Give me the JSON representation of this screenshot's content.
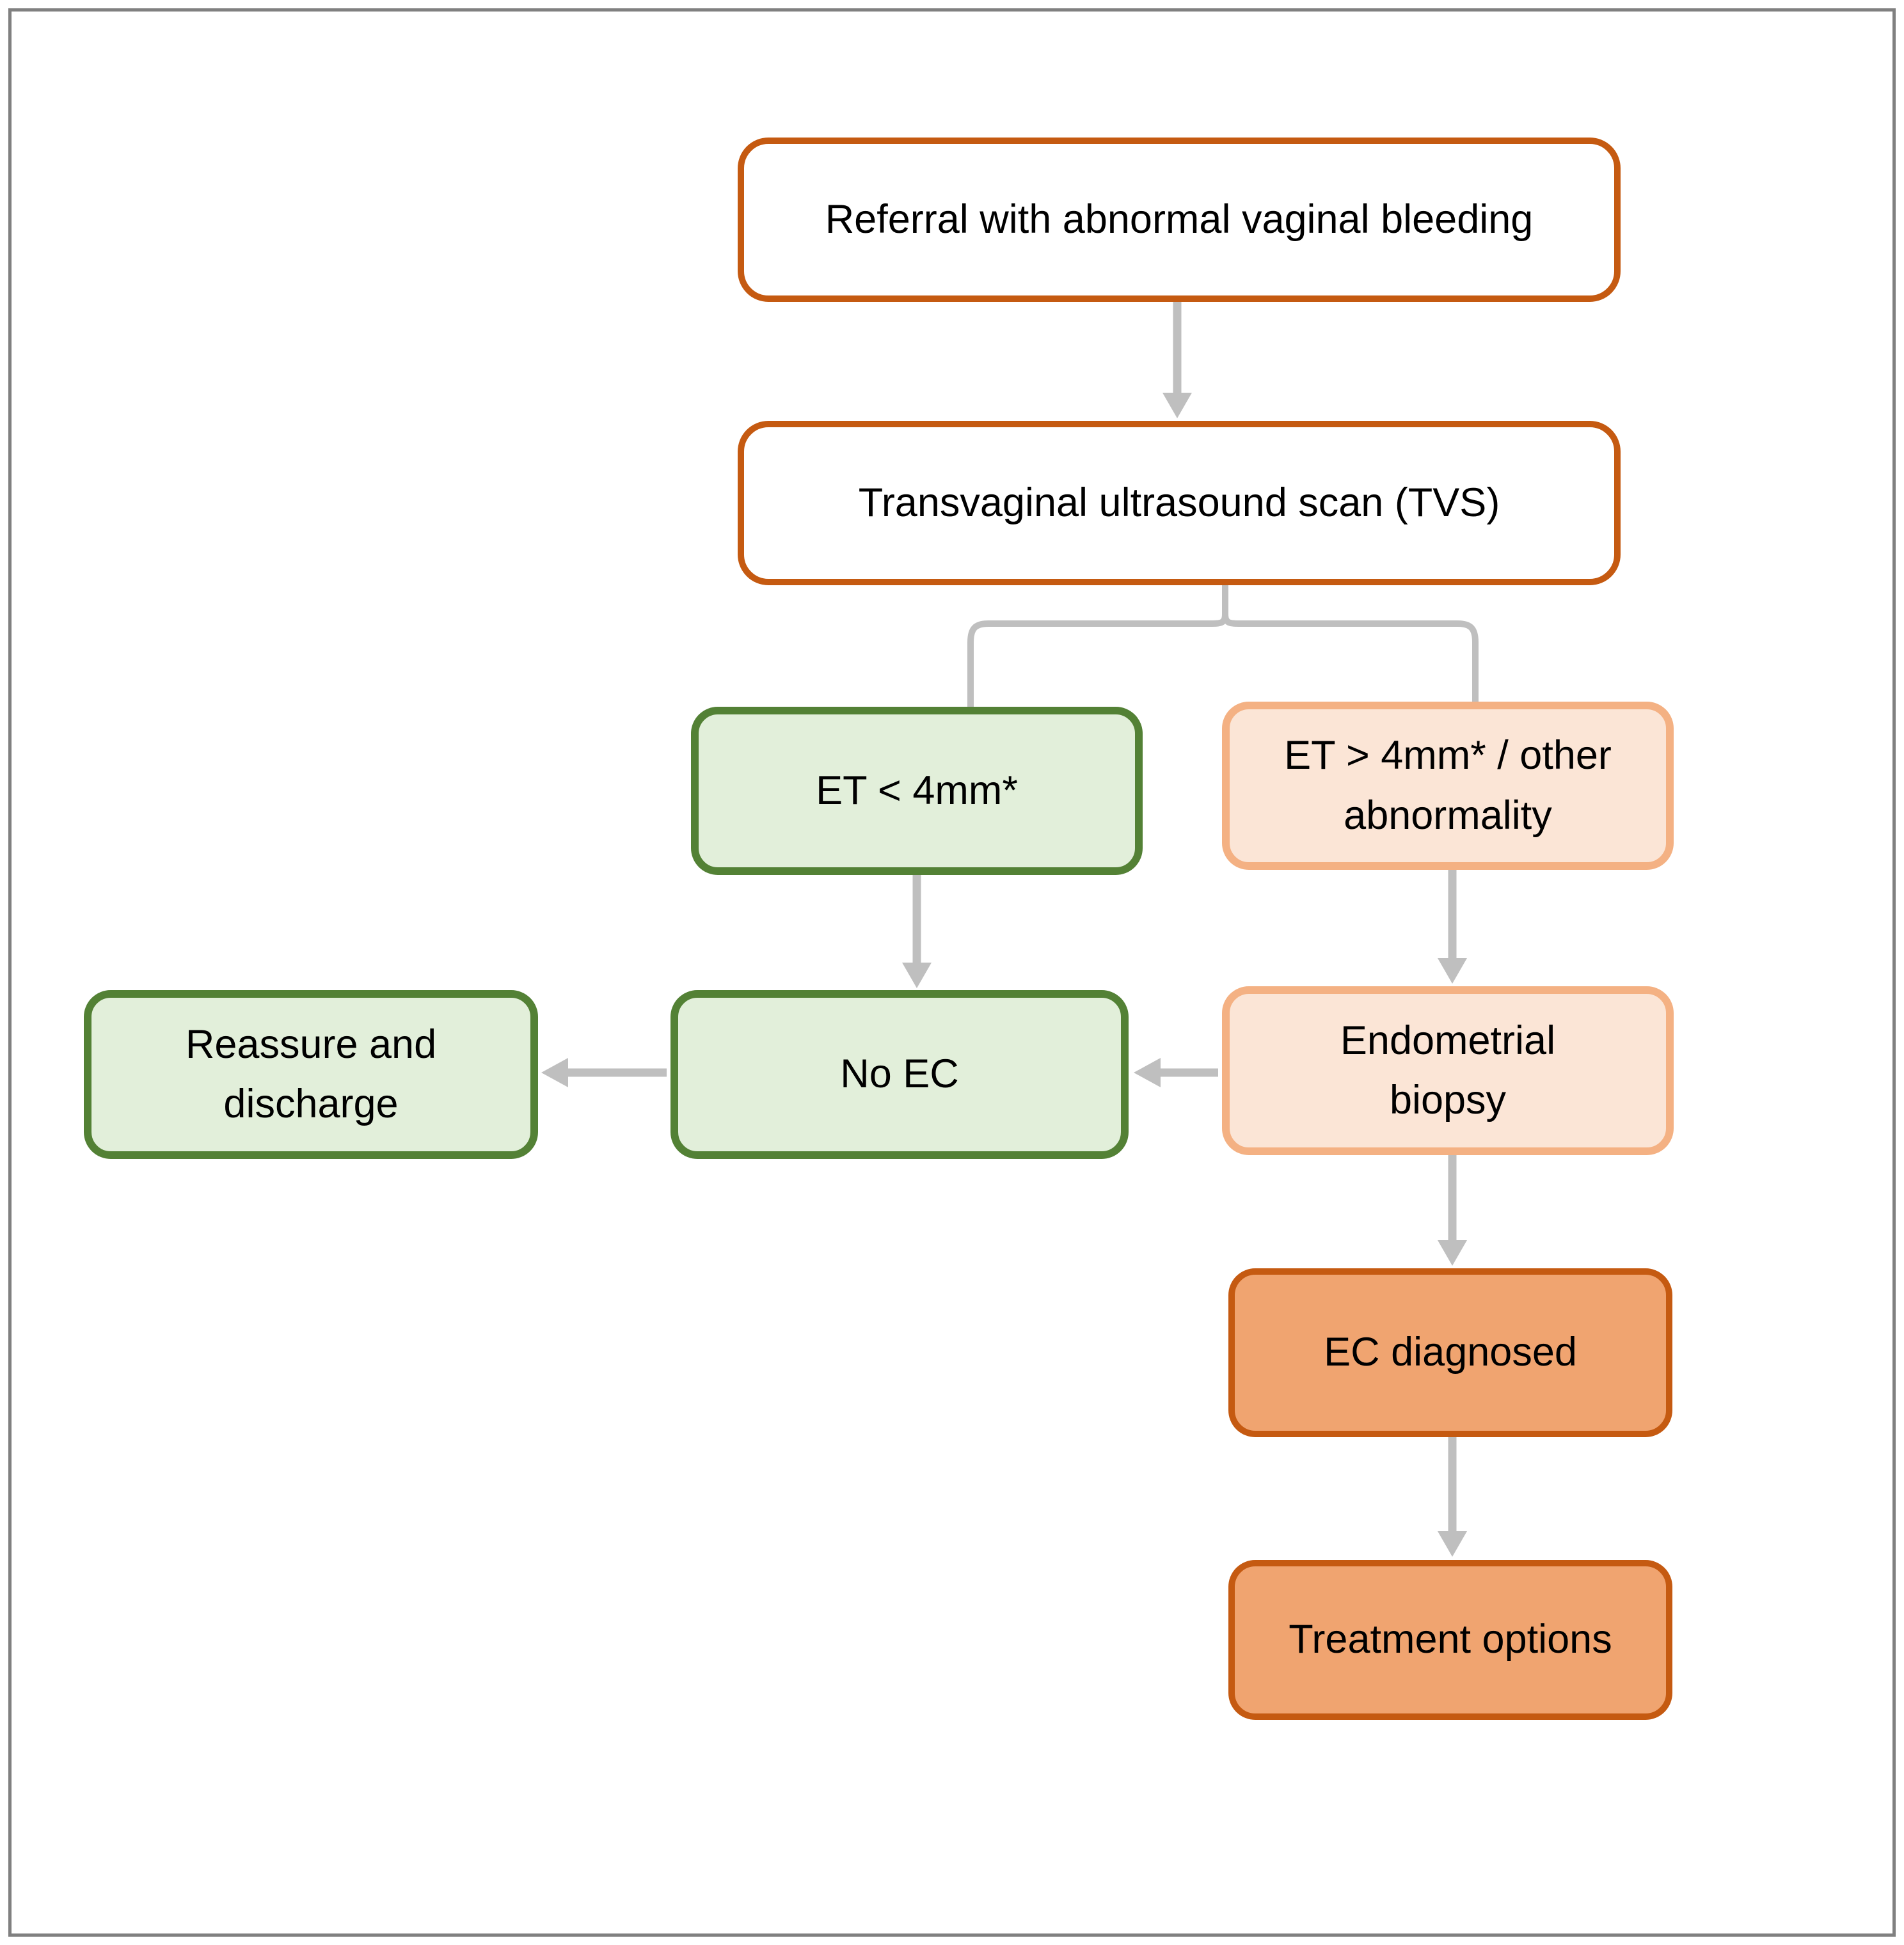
{
  "page": {
    "background": "#FFFFFF"
  },
  "diagram": {
    "description": "Flowchart of diagnostic pathway for abnormal vaginal bleeding leading to endometrial cancer (EC) diagnosis",
    "nodes": [
      {
        "id": "referral",
        "label": "Referral with abnormal vaginal bleeding",
        "style": "outline-orange"
      },
      {
        "id": "tvs",
        "label": "Transvaginal ultrasound scan (TVS)",
        "style": "outline-orange"
      },
      {
        "id": "et-under-4mm",
        "label": "ET < 4mm*",
        "style": "green"
      },
      {
        "id": "et-over-4mm",
        "label": "ET > 4mm* / other\nabnormality",
        "style": "peach"
      },
      {
        "id": "reassure-discharge",
        "label": "Reassure and\ndischarge",
        "style": "green"
      },
      {
        "id": "no-ec",
        "label": "No EC",
        "style": "green"
      },
      {
        "id": "endometrial-biopsy",
        "label": "Endometrial\nbiopsy",
        "style": "peach"
      },
      {
        "id": "ec-diagnosed",
        "label": "EC diagnosed",
        "style": "orange-solid"
      },
      {
        "id": "treatment-options",
        "label": "Treatment options",
        "style": "orange-solid"
      }
    ],
    "edges": [
      {
        "from": "referral",
        "to": "tvs",
        "type": "arrow"
      },
      {
        "from": "tvs",
        "to": "et-under-4mm",
        "type": "bracket-connector"
      },
      {
        "from": "tvs",
        "to": "et-over-4mm",
        "type": "bracket-connector"
      },
      {
        "from": "et-under-4mm",
        "to": "no-ec",
        "type": "arrow"
      },
      {
        "from": "et-over-4mm",
        "to": "endometrial-biopsy",
        "type": "arrow"
      },
      {
        "from": "no-ec",
        "to": "reassure-discharge",
        "type": "arrow"
      },
      {
        "from": "endometrial-biopsy",
        "to": "no-ec",
        "type": "arrow"
      },
      {
        "from": "endometrial-biopsy",
        "to": "ec-diagnosed",
        "type": "arrow"
      },
      {
        "from": "ec-diagnosed",
        "to": "treatment-options",
        "type": "arrow"
      }
    ],
    "colors": {
      "orange_border": "#C55A11",
      "green_border": "#538135",
      "green_fill": "#E2EFDA",
      "peach_border": "#F4B183",
      "peach_fill": "#FBE5D6",
      "orange_fill": "#F0A470",
      "connector_gray": "#BFBFBF",
      "frame_gray": "#808080",
      "text": "#000000"
    }
  }
}
